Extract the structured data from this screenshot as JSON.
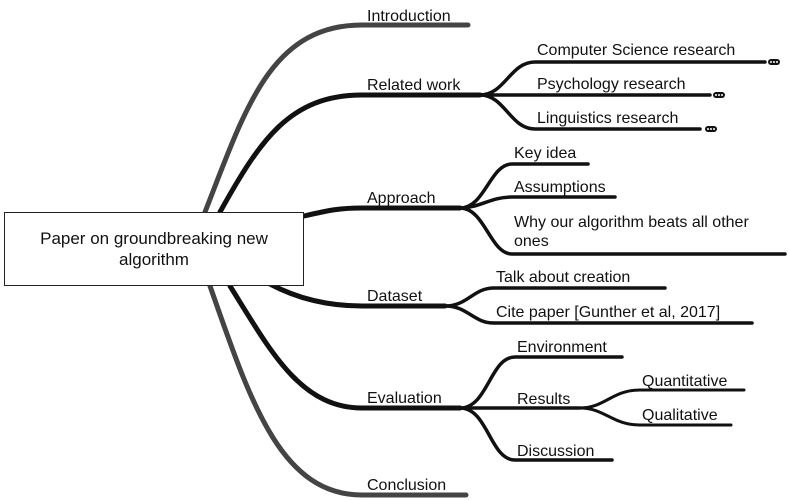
{
  "root": {
    "label": "Paper on groundbreaking new algorithm"
  },
  "branches": {
    "introduction": {
      "label": "Introduction"
    },
    "related_work": {
      "label": "Related work",
      "children": {
        "cs": "Computer Science research",
        "psych": "Psychology research",
        "ling": "Linguistics research"
      }
    },
    "approach": {
      "label": "Approach",
      "children": {
        "key_idea": "Key idea",
        "assumptions": "Assumptions",
        "why": "Why our algorithm beats all other ones"
      }
    },
    "dataset": {
      "label": "Dataset",
      "children": {
        "creation": "Talk about creation",
        "cite": "Cite paper [Gunther et al, 2017]"
      }
    },
    "evaluation": {
      "label": "Evaluation",
      "children": {
        "environment": "Environment",
        "results": "Results",
        "quantitative": "Quantitative",
        "qualitative": "Qualitative",
        "discussion": "Discussion"
      }
    },
    "conclusion": {
      "label": "Conclusion"
    }
  },
  "colors": {
    "line_dark": "#111111",
    "line_grey": "#444444",
    "background": "#ffffff"
  },
  "icons": {
    "collapsed": "more-dots-icon"
  }
}
